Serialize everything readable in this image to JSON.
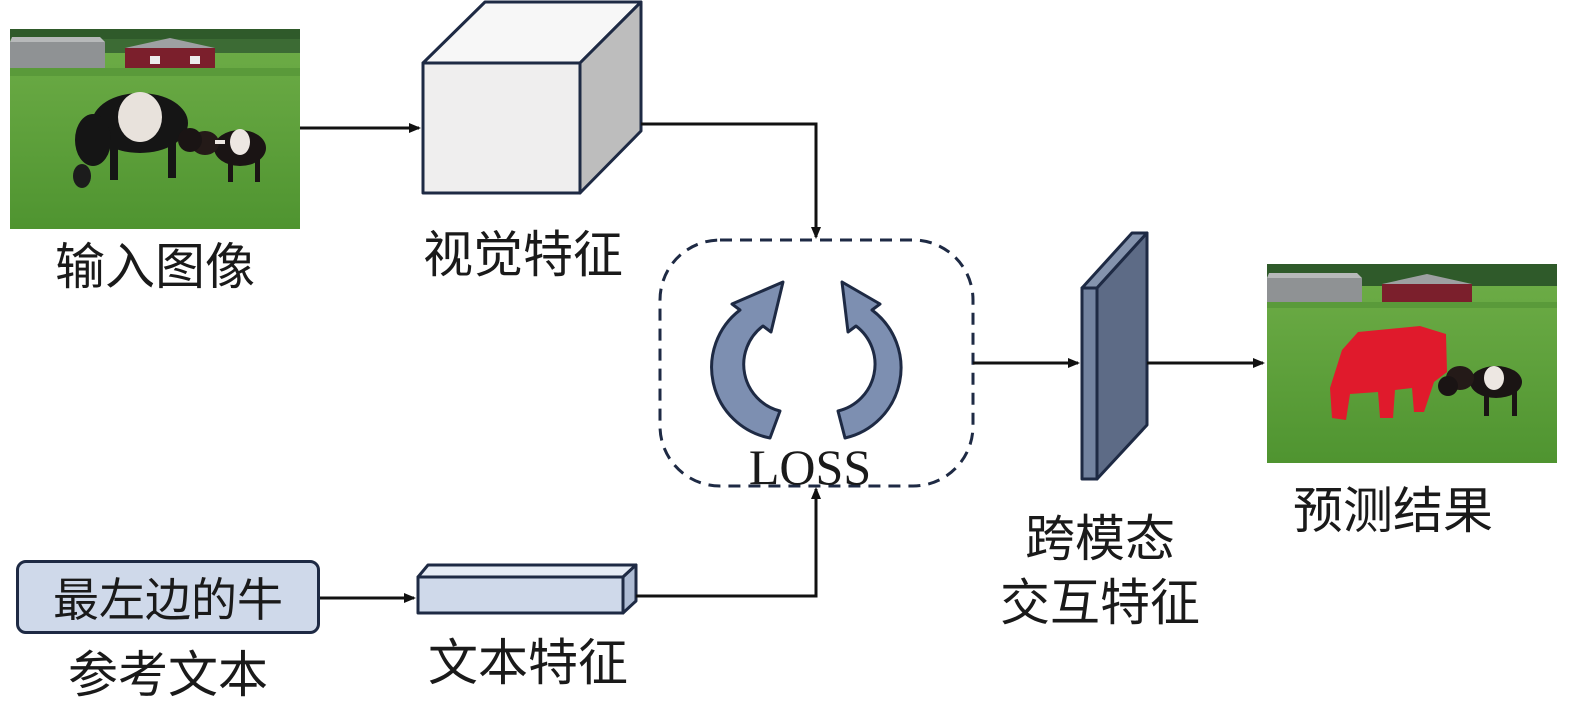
{
  "labels": {
    "input_image": "输入图像",
    "visual_feature": "视觉特征",
    "ref_text_content": "最左边的牛",
    "ref_text_caption": "参考文本",
    "text_feature": "文本特征",
    "loss": "LOSS",
    "cross_modal_line1": "跨模态",
    "cross_modal_line2": "交互特征",
    "prediction": "预测结果"
  },
  "colors": {
    "cube_front": "#efeeee",
    "cube_top": "#f7f7f7",
    "cube_side": "#bdbdbd",
    "text_feature_fill": "#cfd9ea",
    "loss_arrow_fill": "#7d8fb1",
    "plate_fill": "#5d6b86",
    "mask_red": "#e01a2c",
    "stroke": "#1e2a44"
  },
  "icons": {
    "loss_cycle": "circular-arrows-icon"
  }
}
